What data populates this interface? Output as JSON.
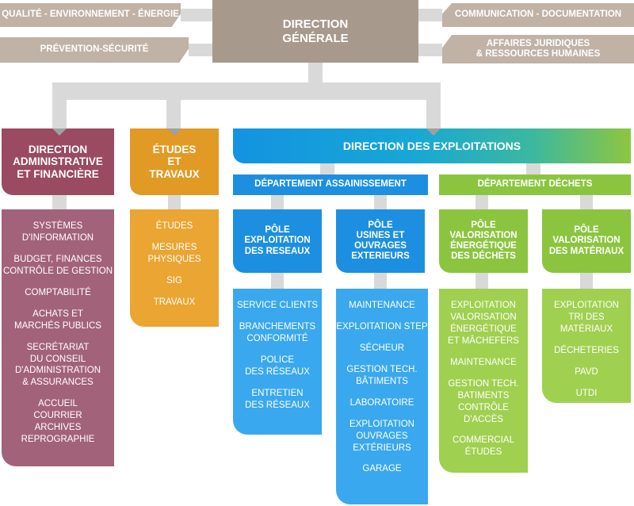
{
  "top": {
    "direction_generale": "DIRECTION\nGÉNÉRALE",
    "left_units": [
      "QUALITÉ - ENVIRONNEMENT - ÉNERGIE",
      "PRÉVENTION-SÉCURITÉ"
    ],
    "right_units": [
      "COMMUNICATION - DOCUMENTATION",
      "AFFAIRES JURIDIQUES\n& RESSOURCES HUMAINES"
    ]
  },
  "daf": {
    "title": "DIRECTION\nADMINISTRATIVE\nET FINANCIÈRE",
    "items": [
      "SYSTÈMES\nD'INFORMATION",
      "BUDGET, FINANCES\nCONTRÔLE DE GESTION",
      "COMPTABILITÉ",
      "ACHATS ET\nMARCHÉS PUBLICS",
      "SECRÉTARIAT\nDU CONSEIL\nD'ADMINISTRATION\n& ASSURANCES",
      "ACCUEIL\nCOURRIER\nARCHIVES\nREPROGRAPHIE"
    ]
  },
  "etudes": {
    "title": "ÉTUDES\nET\nTRAVAUX",
    "items": [
      "ÉTUDES",
      "MESURES\nPHYSIQUES",
      "SIG",
      "TRAVAUX"
    ]
  },
  "exploitations": {
    "title": "DIRECTION DES EXPLOITATIONS",
    "dept_assainissement": "DÉPARTEMENT ASSAINISSEMENT",
    "dept_dechets": "DÉPARTEMENT DÉCHETS",
    "poles": [
      {
        "title": "PÔLE\nEXPLOITATION\nDES RESEAUX",
        "items": [
          "SERVICE CLIENTS",
          "BRANCHEMENTS\nCONFORMITÉ",
          "POLICE\nDES RÉSEAUX",
          "ENTRETIEN\nDES RÉSEAUX"
        ]
      },
      {
        "title": "PÔLE\nUSINES ET\nOUVRAGES\nEXTERIEURS",
        "items": [
          "MAINTENANCE",
          "EXPLOITATION STEP",
          "SÉCHEUR",
          "GESTION TECH.\nBÂTIMENTS",
          "LABORATOIRE",
          "EXPLOITATION\nOUVRAGES\nEXTÉRIEURS",
          "GARAGE"
        ]
      },
      {
        "title": "PÔLE\nVALORISATION\nÉNERGÉTIQUE\nDES DÉCHETS",
        "items": [
          "EXPLOITATION\nVALORISATION\nÉNERGÉTIQUE\nET MÂCHEFERS",
          "MAINTENANCE",
          "GESTION TECH.\nBATIMENTS\nCONTRÔLE D'ACCÈS",
          "COMMERCIAL\nÉTUDES"
        ]
      },
      {
        "title": "PÔLE\nVALORISATION\nDES MATÉRIAUX",
        "items": [
          "EXPLOITATION\nTRI DES MATÉRIAUX",
          "DÉCHETERIES",
          "PAVD",
          "UTDI"
        ]
      }
    ]
  }
}
